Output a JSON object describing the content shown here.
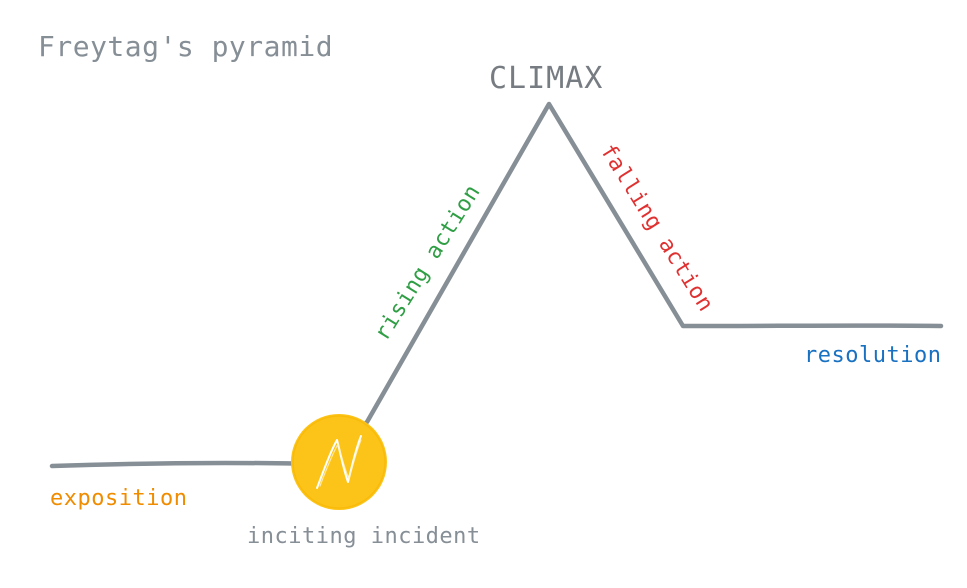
{
  "diagram": {
    "title": "Freytag's pyramid",
    "climax": "CLIMAX",
    "rising_action": "rising action",
    "falling_action": "falling action",
    "exposition": "exposition",
    "inciting_incident": "inciting incident",
    "resolution": "resolution"
  },
  "colors": {
    "line": "#868e96",
    "title": "#868e96",
    "climax": "#767c82",
    "rising_action": "#2f9e44",
    "falling_action": "#e03131",
    "exposition": "#f08c00",
    "resolution": "#1971c2",
    "inciting_incident": "#868e96",
    "incident_marker": "#fcc419"
  }
}
